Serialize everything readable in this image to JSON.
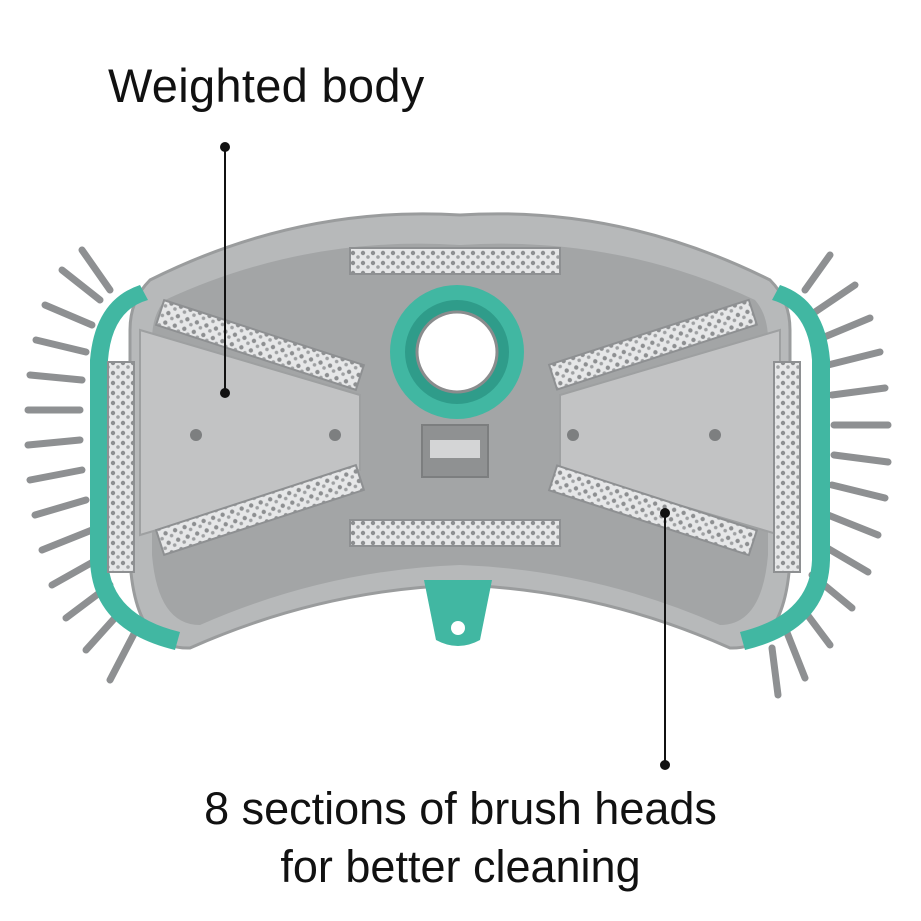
{
  "callouts": {
    "top_label": "Weighted body",
    "bottom_line1": "8 sections of brush heads",
    "bottom_line2": "for better cleaning"
  },
  "colors": {
    "body_grey": "#a3a5a6",
    "body_light": "#c9cacb",
    "accent_teal": "#41b7a2",
    "bristle_grey": "#8e9092",
    "background": "#ffffff"
  },
  "icons": [
    "pool-vacuum-head-illustration"
  ]
}
